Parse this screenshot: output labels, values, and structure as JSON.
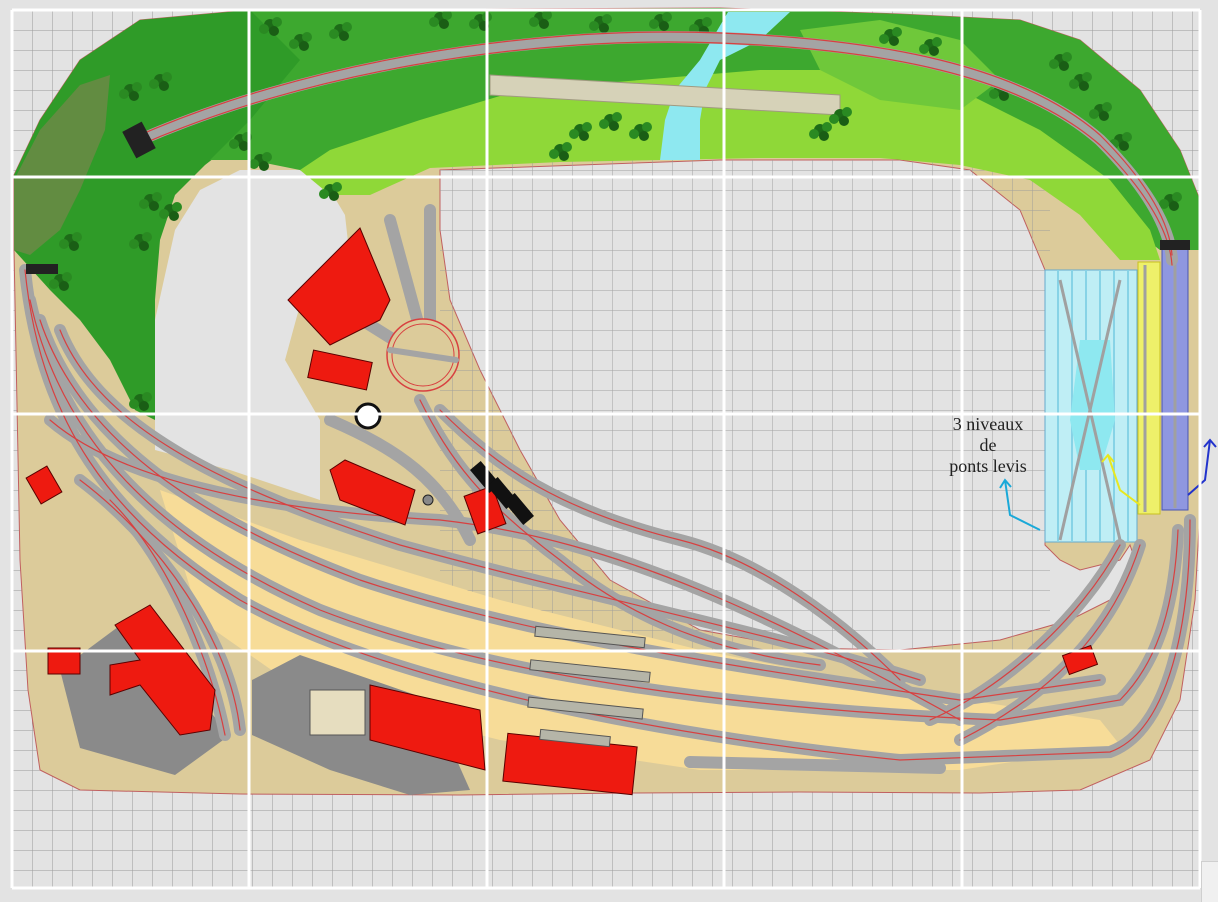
{
  "annotation": {
    "line1": "3 niveaux",
    "line2": "de",
    "line3": "ponts levis"
  },
  "colors": {
    "background": "#e3e3e3",
    "grid_minor": "#9a9a9a",
    "grid_major": "#ffffff",
    "ground": "#dccb9a",
    "yard": "#f7dc98",
    "forest_dark": "#2f9b28",
    "forest_mid": "#5cc23c",
    "meadow": "#8fd838",
    "water": "#8ee8f0",
    "bridge": "#bfeef5",
    "track_bed": "#a4a4a4",
    "rail": "#d84040",
    "building": "#ee1a10",
    "platform": "#b5b5a8",
    "concrete": "#8a8a8a",
    "arrow_cyan": "#1aa9d8",
    "arrow_yellow": "#e8e820",
    "arrow_blue": "#2233cc"
  }
}
